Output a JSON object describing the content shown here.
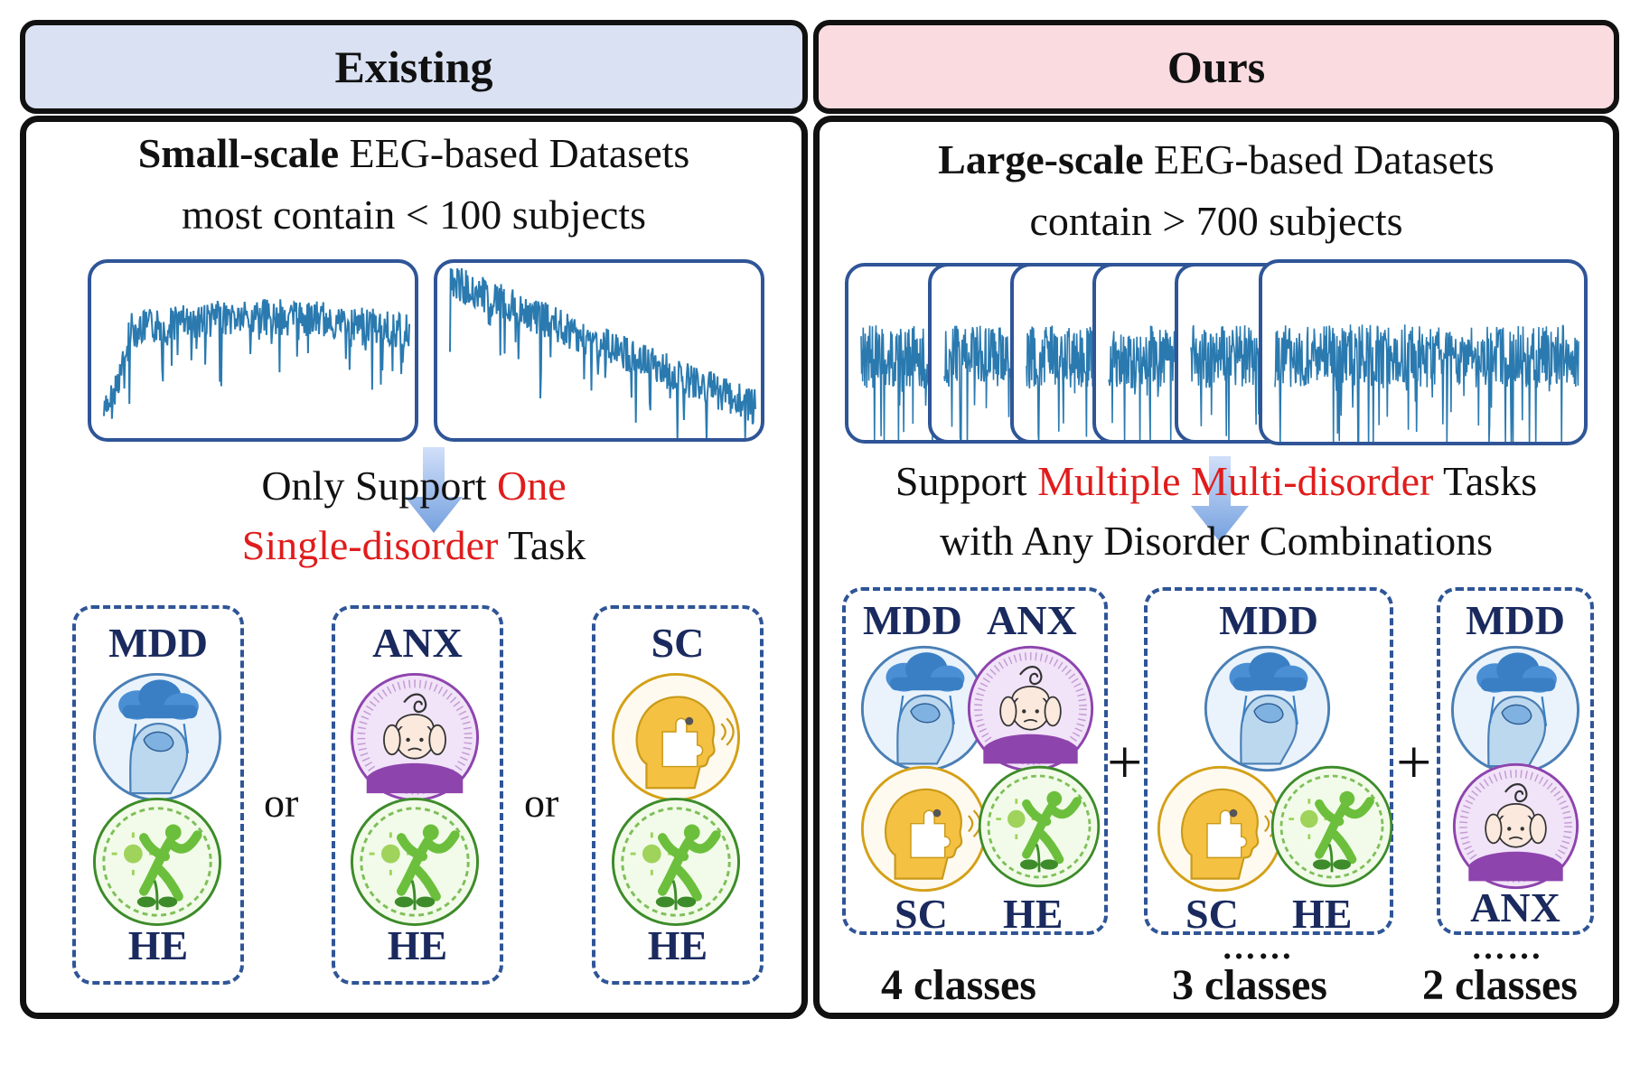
{
  "left": {
    "header": "Existing",
    "header_color": "#d9e1f2",
    "title_bold": "Small-scale",
    "title_rest": " EEG-based Datasets",
    "subtitle": "most contain < 100 subjects",
    "support_prefix": "Only Support ",
    "support_red": "One",
    "support_line2_red": "Single-disorder",
    "support_line2_rest": " Task",
    "groups": [
      {
        "top": "MDD",
        "bottom": "HE",
        "top_icon": "depression-icon",
        "bottom_icon": "healthy-icon"
      },
      {
        "top": "ANX",
        "bottom": "HE",
        "top_icon": "anxiety-icon",
        "bottom_icon": "healthy-icon"
      },
      {
        "top": "SC",
        "bottom": "HE",
        "top_icon": "schizophrenia-icon",
        "bottom_icon": "healthy-icon"
      }
    ],
    "or": "or"
  },
  "right": {
    "header": "Ours",
    "header_color": "#fadbe0",
    "title_bold": "Large-scale",
    "title_rest": " EEG-based Datasets",
    "subtitle": "contain > 700 subjects",
    "support_prefix": "Support ",
    "support_red": "Multiple Multi-disorder",
    "support_suffix": " Tasks",
    "support_line2": "with Any Disorder Combinations",
    "groups": [
      {
        "labels": [
          "MDD",
          "ANX",
          "SC",
          "HE"
        ],
        "classes": "4 classes"
      },
      {
        "labels": [
          "MDD",
          "SC",
          "HE"
        ],
        "classes": "3 classes"
      },
      {
        "labels": [
          "MDD",
          "ANX"
        ],
        "classes": "2 classes"
      }
    ],
    "plus": "+",
    "dots": "……"
  },
  "colors": {
    "wave": "#2a7ab0",
    "box_border": "#2f5597",
    "red": "#e01c1c",
    "depression": "#5b9bd5",
    "anxiety": "#9b59b6",
    "schizophrenia": "#f4c430",
    "healthy": "#6cbf3c"
  }
}
